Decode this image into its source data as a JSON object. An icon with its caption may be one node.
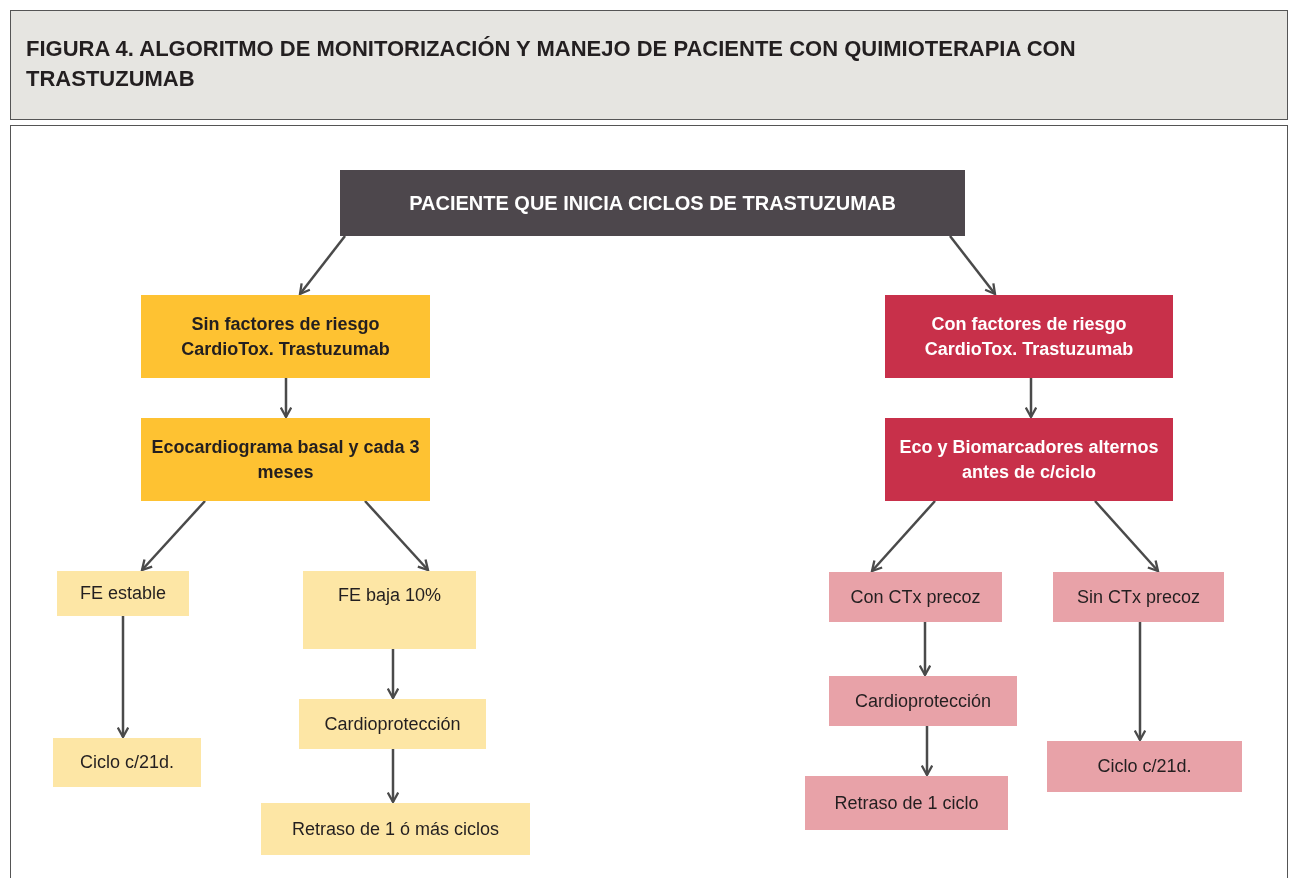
{
  "diagram": {
    "title": "FIGURA 4. ALGORITMO DE MONITORIZACIÓN Y MANEJO DE PACIENTE CON QUIMIOTERAPIA CON TRASTUZUMAB",
    "nodes": [
      {
        "text": [
          "PACIENTE QUE INICIA CICLOS DE TRASTUZUMAB"
        ]
      },
      {
        "text": [
          "Sin factores de riesgo CardioTox. Trastuzumab"
        ]
      },
      {
        "text": [
          "Ecocardiograma basal y cada 3 meses"
        ]
      },
      {
        "text": [
          "FE estable"
        ]
      },
      {
        "text": [
          "FE baja 10%"
        ]
      },
      {
        "text": [
          "Cardioprotección"
        ]
      },
      {
        "text": [
          "Retraso de 1 ó más ciclos"
        ]
      },
      {
        "text": [
          "Ciclo c/21d."
        ]
      },
      {
        "text": [
          "Con factores de riesgo CardioTox. Trastuzumab"
        ]
      },
      {
        "text": [
          "Eco y Biomarcadores alternos antes de c/ciclo"
        ]
      },
      {
        "text": [
          "Con CTx precoz"
        ]
      },
      {
        "text": [
          "Sin CTx precoz"
        ]
      },
      {
        "text": [
          "Cardioprotección"
        ]
      },
      {
        "text": [
          "Retraso de 1 ciclo"
        ]
      },
      {
        "text": [
          "Ciclo c/21d."
        ]
      }
    ],
    "edges": [
      {
        "from": 0,
        "to": 1,
        "arrow": "to"
      },
      {
        "from": 0,
        "to": 8,
        "arrow": "to"
      },
      {
        "from": 1,
        "to": 2,
        "arrow": "to"
      },
      {
        "from": 2,
        "to": 3,
        "arrow": "to"
      },
      {
        "from": 2,
        "to": 4,
        "arrow": "to"
      },
      {
        "from": 3,
        "to": 7,
        "arrow": "to"
      },
      {
        "from": 4,
        "to": 5,
        "arrow": "to"
      },
      {
        "from": 5,
        "to": 6,
        "arrow": "to"
      },
      {
        "from": 8,
        "to": 9,
        "arrow": "to"
      },
      {
        "from": 9,
        "to": 10,
        "arrow": "to"
      },
      {
        "from": 9,
        "to": 11,
        "arrow": "to"
      },
      {
        "from": 10,
        "to": 12,
        "arrow": "to"
      },
      {
        "from": 12,
        "to": 13,
        "arrow": "to"
      },
      {
        "from": 11,
        "to": 14,
        "arrow": "to"
      }
    ]
  }
}
